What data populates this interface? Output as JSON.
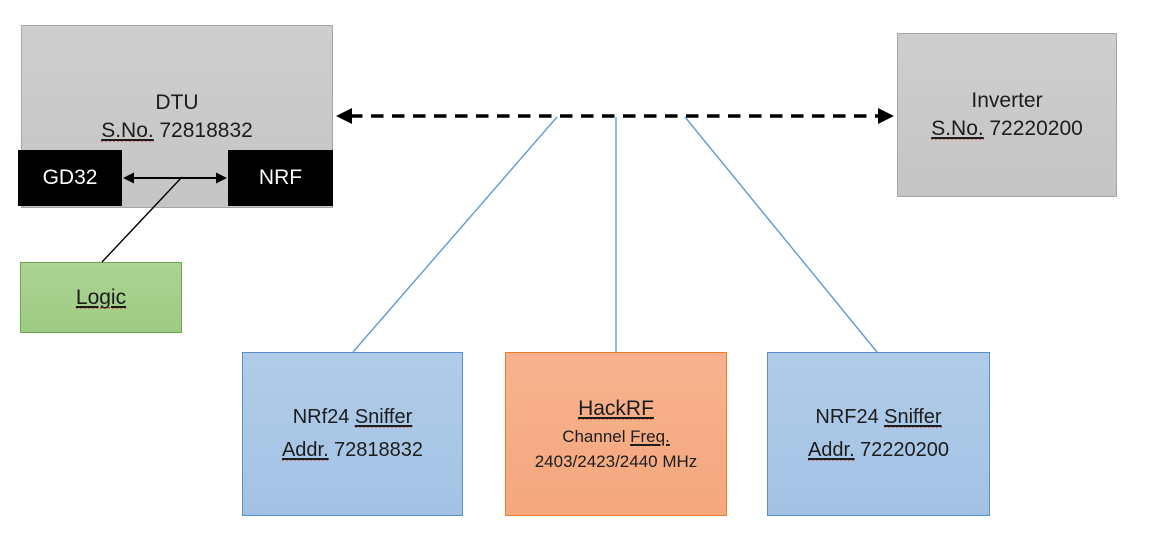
{
  "colors": {
    "background": "#ffffff",
    "gray_box_fill": "#c9c9c9",
    "gray_box_border": "#a6a6a6",
    "black_chip_fill": "#000000",
    "green_box_fill": "#a3d18b",
    "green_box_border": "#6aa84f",
    "blue_box_fill": "#a7c5e7",
    "blue_box_border": "#5590cd",
    "orange_box_fill": "#f6ab84",
    "orange_box_border": "#ed7d31",
    "connector_blue": "#5b9bd5",
    "arrow_black": "#000000",
    "spellcheck_red": "#e03c31",
    "text": "#1c1c1c"
  },
  "dtu": {
    "title": "DTU",
    "serial_label": "S.No.",
    "serial_number": "72818832",
    "chip_gd32": "GD32",
    "chip_nrf": "NRF"
  },
  "logic": {
    "label": "Logic"
  },
  "inverter": {
    "title": "Inverter",
    "serial_label": "S.No.",
    "serial_number": "72220200"
  },
  "sniffer_left": {
    "name_prefix": "NRf24",
    "name_word": "Sniffer",
    "addr_label": "Addr.",
    "addr_value": "72818832"
  },
  "hackrf": {
    "title": "HackRF",
    "freq_label_prefix": "Channel",
    "freq_label_word": "Freq.",
    "freq_values": "2403/2423/2440 MHz"
  },
  "sniffer_right": {
    "name_prefix": "NRF24",
    "name_word": "Sniffer",
    "addr_label": "Addr.",
    "addr_value": "72220200"
  }
}
